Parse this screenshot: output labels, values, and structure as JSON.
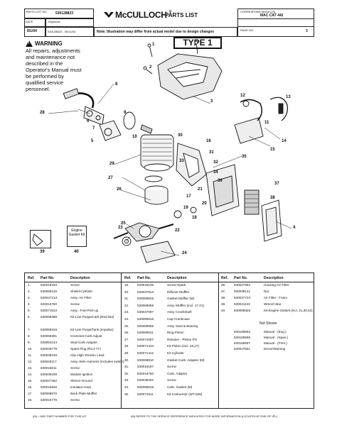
{
  "header": {
    "parts_list_no_label": "PARTS LIST NO.",
    "parts_list_no": "530128823",
    "date_label": "DATE",
    "replaces_label": "Replaces",
    "date": "8/1/04",
    "replaces": "530128823 - 05/14/04",
    "brand": "McCULLOCH",
    "reg": "®",
    "title": "PARTS LIST",
    "models_label": "CORRESPOND MODEL(S)",
    "model": "MAC CAT 442",
    "page_label": "PAGE NO.",
    "page": "3",
    "note": "Note: Illustration may differ from actual model due to design changes"
  },
  "warning": {
    "title": "WARNING",
    "body": "All repairs, adjustments and maintenance not described in the Operator's Manual must be performed by qualified service personnel."
  },
  "diagram": {
    "type_label": "TYPE 1",
    "kit_label": "Engine Gasket Kit",
    "callouts": [
      {
        "n": "1"
      },
      {
        "n": "2"
      },
      {
        "n": "3"
      },
      {
        "n": "4"
      },
      {
        "n": "5"
      },
      {
        "n": "6"
      },
      {
        "n": "7"
      },
      {
        "n": "8"
      },
      {
        "n": "9"
      },
      {
        "n": "10"
      },
      {
        "n": "11"
      },
      {
        "n": "12"
      },
      {
        "n": "13"
      },
      {
        "n": "14"
      },
      {
        "n": "15"
      },
      {
        "n": "16"
      },
      {
        "n": "17"
      },
      {
        "n": "18"
      },
      {
        "n": "19"
      },
      {
        "n": "20"
      },
      {
        "n": "21"
      },
      {
        "n": "22"
      },
      {
        "n": "23"
      },
      {
        "n": "24"
      },
      {
        "n": "25"
      },
      {
        "n": "26"
      },
      {
        "n": "27"
      },
      {
        "n": "28"
      },
      {
        "n": "29"
      },
      {
        "n": "30"
      },
      {
        "n": "31"
      },
      {
        "n": "32"
      },
      {
        "n": "33"
      },
      {
        "n": "34"
      },
      {
        "n": "35"
      },
      {
        "n": "36"
      },
      {
        "n": "37"
      },
      {
        "n": "38"
      },
      {
        "n": "39"
      },
      {
        "n": "40"
      }
    ]
  },
  "table": {
    "headers": {
      "ref": "Ref.",
      "part": "Part No.",
      "desc": "Description"
    },
    "col1": [
      [
        "1.",
        "530019193",
        "Screw"
      ],
      [
        "2.",
        "530069416",
        "Shield-Cylinder"
      ],
      [
        "3.",
        "530047213",
        "Assy.-Air Filter"
      ],
      [
        "4.",
        "530015760",
        "Screw"
      ],
      [
        "5.",
        "530071813",
        "Assy.- Fuel Pick-up"
      ],
      [
        "6.",
        "530069389",
        "Kit-Line Purge/Carb.(Red Dia)"
      ],
      [
        "",
        "",
        ""
      ],
      [
        "7.",
        "530069318",
        "Kit-Line Purge/Tank (Impulse)"
      ],
      [
        "8.",
        "530069391",
        "Grommet-Carb Adjust"
      ],
      [
        "9.",
        "530054144",
        "Stud-Carb Adapter"
      ],
      [
        "10.",
        "530049778",
        "Spark Plug (RCJ-7Y)"
      ],
      [
        "11.",
        "530039248",
        "Clip-High Tension Lead"
      ],
      [
        "12.",
        "530045117",
        "Assy.-Wire Harness (includes switch)"
      ],
      [
        "13.",
        "530015811",
        "Screw"
      ],
      [
        "14.",
        "530039198",
        "Module-Ignition"
      ],
      [
        "15.",
        "530047462",
        "Sleeve-Ground"
      ],
      [
        "16.",
        "530015846",
        "Insulator-Heat"
      ],
      [
        "17.",
        "530069570",
        "Back Plate-Muffler"
      ],
      [
        "18.",
        "530015776",
        "Screw"
      ]
    ],
    "col2": [
      [
        "19.",
        "530019135",
        "Screw-Spark"
      ],
      [
        "20.",
        "530037813",
        "Diffuser-Muffler"
      ],
      [
        "21.",
        "530069825",
        "Gasket-Muffler (M)"
      ],
      [
        "22.",
        "530069658",
        "Assy.-Muffler (incl. 17-21)"
      ],
      [
        "23.",
        "530047097",
        "Assy.-Crankshaft"
      ],
      [
        "24.",
        "530069618",
        "Cap-Crankcase"
      ],
      [
        "25.",
        "530069658",
        "Assy.-Seal & Bearing"
      ],
      [
        "26.",
        "530069611",
        "Ring-Piston"
      ],
      [
        "27.",
        "530071607",
        "Retainer - Piston Pin"
      ],
      [
        "28.",
        "530071423",
        "Kit-Piston (incl. 26,27)"
      ],
      [
        "29.",
        "530071412",
        "Kit-Cylinder"
      ],
      [
        "30.",
        "530069810",
        "Gasket-Carb. Adapter (M)"
      ],
      [
        "31.",
        "530019187",
        "Screw"
      ],
      [
        "32.",
        "530043760",
        "Carb. Adapter"
      ],
      [
        "33.",
        "530039262",
        "Screw"
      ],
      [
        "34.",
        "530069818",
        "Carb. Gasket (M)"
      ],
      [
        "35.",
        "530071811",
        "Kit-Carburetor (WT-629)"
      ]
    ],
    "col3": [
      [
        "36.",
        "530047954",
        "Housing-Air Filter"
      ],
      [
        "37.",
        "530038121",
        "Nut"
      ],
      [
        "38.",
        "530037723",
        "Air Filter - Foam"
      ],
      [
        "39.",
        "530031133",
        "Wrench-Bar"
      ],
      [
        "40.",
        "530069828",
        "Kit-Engine Gasket (incl. 21,30,34)"
      ]
    ],
    "col3_extra": [
      [
        "",
        "530168593",
        "Manual - (Eng.)"
      ],
      [
        "",
        "530168595",
        "Manual - (Span.)"
      ],
      [
        "",
        "530168597",
        "Manual - (Fren.)"
      ],
      [
        "",
        "530047831",
        "Decal-Warning"
      ]
    ],
    "not_shown": "Not Shown"
  },
  "footer": {
    "left": "(M) = MAY PART NUMBER FOR THIS KIT.",
    "right": "(M) REFER TO THE SERVICE REFERENCE INDICATED FOR MORE INFORMATION (LOCATED AT END OF IPL)"
  }
}
